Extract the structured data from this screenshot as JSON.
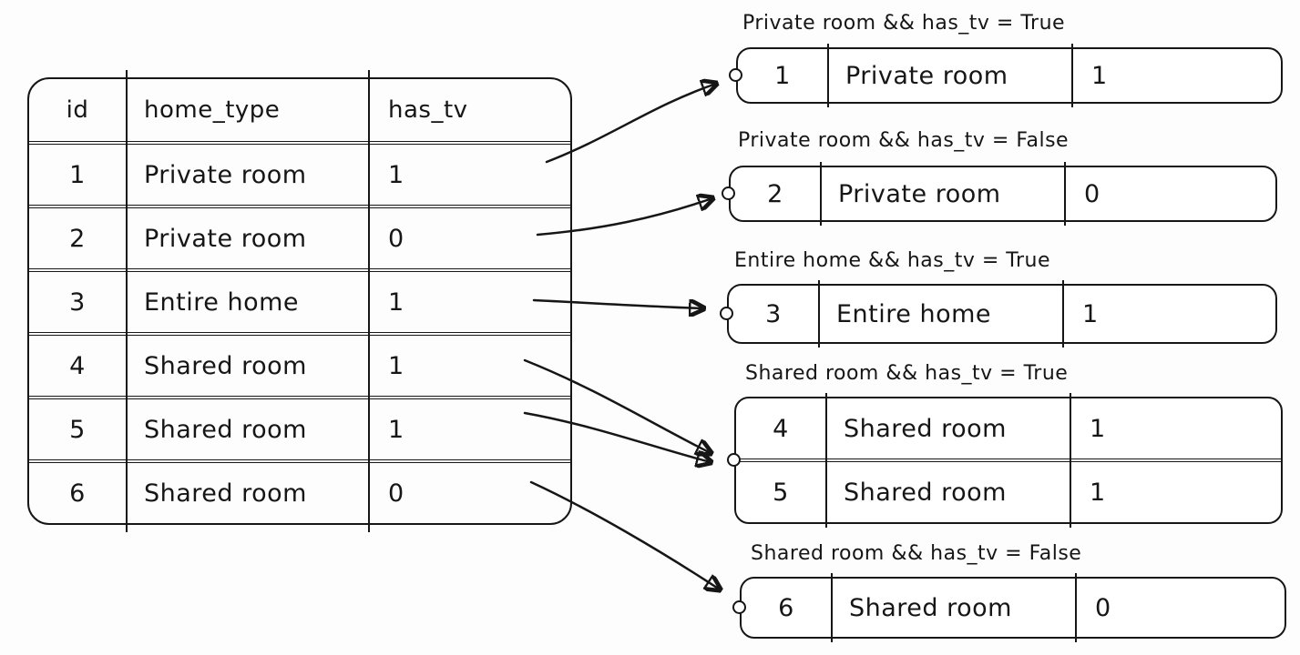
{
  "table": {
    "headers": [
      "id",
      "home_type",
      "has_tv"
    ],
    "rows": [
      {
        "id": "1",
        "home_type": "Private room",
        "has_tv": "1"
      },
      {
        "id": "2",
        "home_type": "Private room",
        "has_tv": "0"
      },
      {
        "id": "3",
        "home_type": "Entire home",
        "has_tv": "1"
      },
      {
        "id": "4",
        "home_type": "Shared room",
        "has_tv": "1"
      },
      {
        "id": "5",
        "home_type": "Shared room",
        "has_tv": "1"
      },
      {
        "id": "6",
        "home_type": "Shared room",
        "has_tv": "0"
      }
    ]
  },
  "groups": [
    {
      "label": "Private room && has_tv = True",
      "rows": [
        {
          "id": "1",
          "home_type": "Private room",
          "has_tv": "1"
        }
      ]
    },
    {
      "label": "Private room && has_tv = False",
      "rows": [
        {
          "id": "2",
          "home_type": "Private room",
          "has_tv": "0"
        }
      ]
    },
    {
      "label": "Entire home && has_tv = True",
      "rows": [
        {
          "id": "3",
          "home_type": "Entire home",
          "has_tv": "1"
        }
      ]
    },
    {
      "label": "Shared room && has_tv = True",
      "rows": [
        {
          "id": "4",
          "home_type": "Shared room",
          "has_tv": "1"
        },
        {
          "id": "5",
          "home_type": "Shared room",
          "has_tv": "1"
        }
      ]
    },
    {
      "label": "Shared room && has_tv = False",
      "rows": [
        {
          "id": "6",
          "home_type": "Shared room",
          "has_tv": "0"
        }
      ]
    }
  ],
  "colors": {
    "ink": "#161616",
    "background": "#fdfdfd"
  }
}
